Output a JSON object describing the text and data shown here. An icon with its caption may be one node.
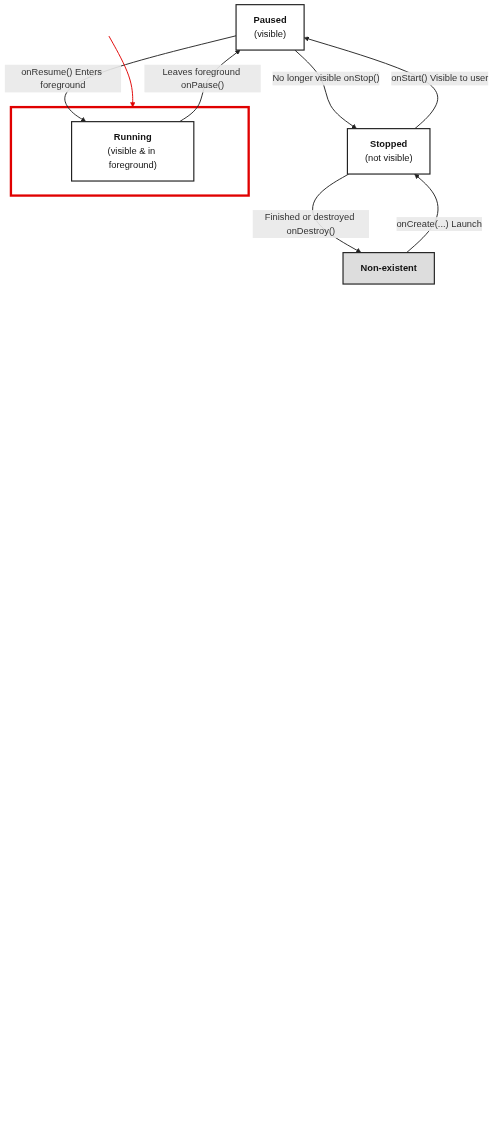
{
  "diagram": {
    "nodes": [
      {
        "text": [
          "Running",
          "(visible & in foreground)"
        ],
        "in": 4
      },
      {
        "text": [
          "Paused",
          "(visible)"
        ]
      },
      {
        "text": [
          "Stopped",
          "(not visible)"
        ]
      },
      {
        "text": [
          "Non-existent"
        ]
      },
      {
        "text": [],
        "shape": "box"
      }
    ],
    "edges": [
      {
        "from": null,
        "to": 4,
        "arrow": "to",
        "color": "#e00000"
      },
      {
        "from": 0,
        "to": 1,
        "arrow": "to",
        "label": "Leaves foreground onPause()"
      },
      {
        "from": 1,
        "to": 0,
        "arrow": "to",
        "label": "onResume() Enters foreground"
      },
      {
        "from": 1,
        "to": 2,
        "arrow": "to",
        "label": "No longer visible onStop()"
      },
      {
        "from": 2,
        "to": 1,
        "arrow": "to",
        "label": "onStart() Visible to user"
      },
      {
        "from": 2,
        "to": 3,
        "arrow": "to",
        "label": "Finished or destroyed onDestroy()"
      },
      {
        "from": 3,
        "to": 2,
        "arrow": "to",
        "label": "onCreate(...) Launch"
      }
    ]
  }
}
